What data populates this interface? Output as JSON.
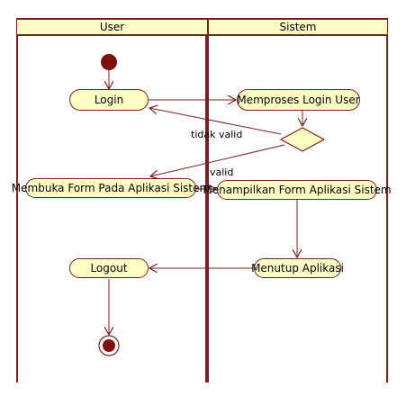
{
  "lanes": {
    "user": "User",
    "system": "Sistem"
  },
  "nodes": {
    "login": "Login",
    "process_login": "Memproses Login User",
    "open_form": "Membuka Form Pada Aplikasi Sistem",
    "show_form": "Menampilkan Form Aplikasi Sistem",
    "close_app": "Menutup Aplikasi",
    "logout": "Logout"
  },
  "guards": {
    "invalid": "tidak valid",
    "valid": "valid"
  },
  "colors": {
    "line": "#7d1f1f",
    "fill": "#ffffc6",
    "initial": "#7d0f0f"
  }
}
